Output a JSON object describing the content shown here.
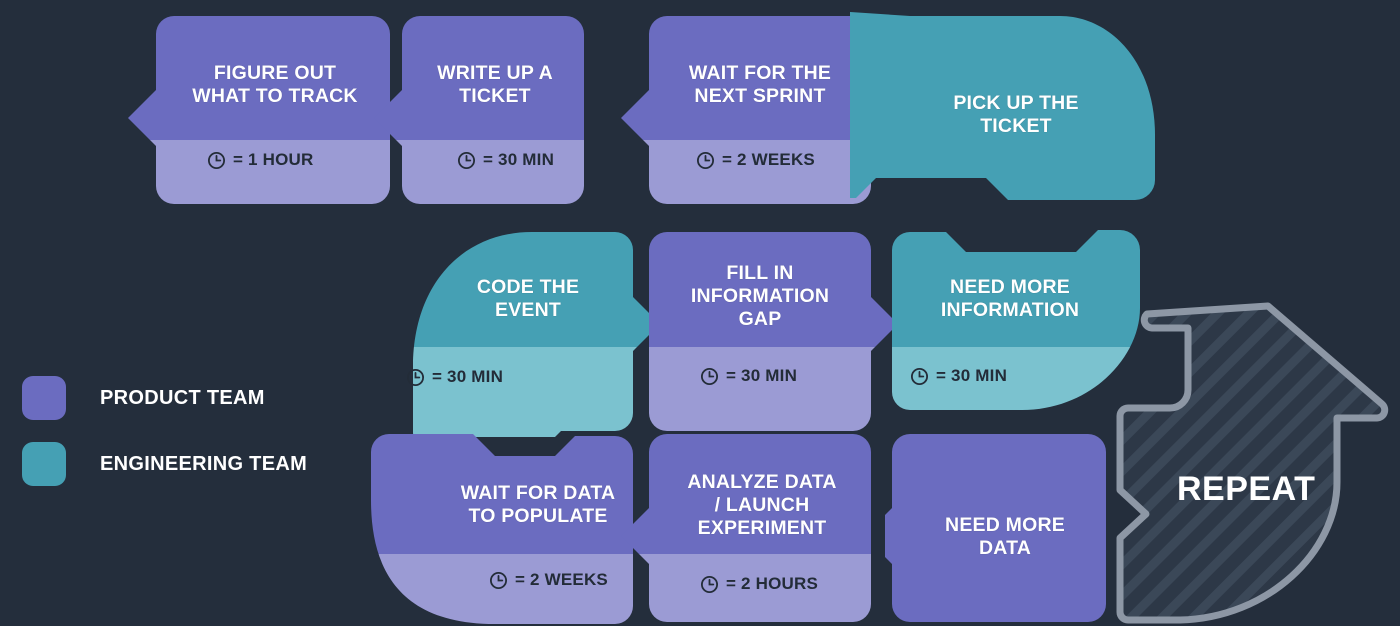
{
  "theme": {
    "background": "#242e3c",
    "product_head": "#6b6cc0",
    "product_foot": "#9b9bd4",
    "eng_head": "#45a0b4",
    "eng_foot": "#7bc2cf",
    "text_light": "#ffffff",
    "text_dark": "#232c38",
    "repeat_outline": "#8d97a5"
  },
  "legend": {
    "items": [
      {
        "label": "PRODUCT TEAM",
        "color": "#6b6cc0",
        "swatch_name": "legend-swatch-product"
      },
      {
        "label": "ENGINEERING TEAM",
        "color": "#45a0b4",
        "swatch_name": "legend-swatch-engineering"
      }
    ]
  },
  "flow": {
    "rows": [
      {
        "row": 1,
        "cards": [
          {
            "id": "figure-out-what-to-track",
            "lines": [
              "FIGURE OUT",
              "WHAT TO TRACK"
            ],
            "time": "= 1 HOUR",
            "team": "product",
            "has_time": true
          },
          {
            "id": "write-up-a-ticket",
            "lines": [
              "WRITE UP A",
              "TICKET"
            ],
            "time": "= 30 MIN",
            "team": "product",
            "has_time": true
          },
          {
            "id": "wait-for-the-next-sprint",
            "lines": [
              "WAIT FOR THE",
              "NEXT SPRINT"
            ],
            "time": "= 2 WEEKS",
            "team": "product",
            "has_time": true
          },
          {
            "id": "pick-up-the-ticket",
            "lines": [
              "PICK UP THE",
              "TICKET"
            ],
            "time": "",
            "team": "engineering",
            "has_time": false
          }
        ]
      },
      {
        "row": 2,
        "cards": [
          {
            "id": "code-the-event",
            "lines": [
              "CODE THE",
              "EVENT"
            ],
            "time": "= 30 MIN",
            "team": "engineering",
            "has_time": true
          },
          {
            "id": "fill-in-information-gap",
            "lines": [
              "FILL IN",
              "INFORMATION",
              "GAP"
            ],
            "time": "= 30 MIN",
            "team": "product",
            "has_time": true
          },
          {
            "id": "need-more-information",
            "lines": [
              "NEED MORE",
              "INFORMATION"
            ],
            "time": "= 30 MIN",
            "team": "engineering",
            "has_time": true
          }
        ]
      },
      {
        "row": 3,
        "cards": [
          {
            "id": "wait-for-data-to-populate",
            "lines": [
              "WAIT FOR DATA",
              "TO POPULATE"
            ],
            "time": "= 2 WEEKS",
            "team": "product",
            "has_time": true
          },
          {
            "id": "analyze-data-launch-experiment",
            "lines": [
              "ANALYZE DATA",
              "/ LAUNCH",
              "EXPERIMENT"
            ],
            "time": "= 2 HOURS",
            "team": "product",
            "has_time": true
          },
          {
            "id": "need-more-data",
            "lines": [
              "NEED MORE",
              "DATA"
            ],
            "time": "",
            "team": "product",
            "has_time": false
          }
        ]
      }
    ]
  },
  "repeat": {
    "label": "REPEAT"
  }
}
